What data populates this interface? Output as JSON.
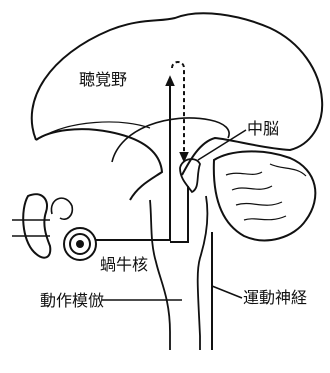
{
  "labels": {
    "auditory_cortex": "聴覚野",
    "midbrain": "中脳",
    "cochlear_nucleus": "蝸牛核",
    "motor_imitation": "動作模倣",
    "motor_nerve": "運動神経"
  },
  "colors": {
    "line": "#111111",
    "background": "#ffffff"
  }
}
